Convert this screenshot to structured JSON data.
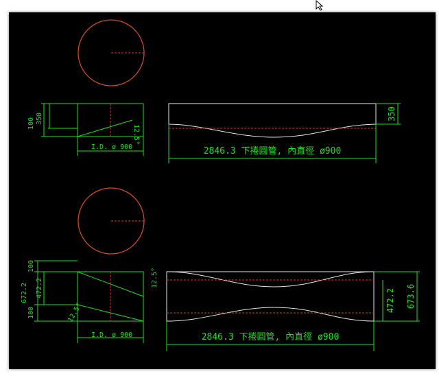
{
  "colors": {
    "canvas": "#000000",
    "dimension": "#19e319",
    "circle": "#d24a1e",
    "centerline": "#e03030",
    "outline": "#e6e6e6"
  },
  "top": {
    "dim_350": "350",
    "dim_100": "100",
    "id_label": "I.D. ø 900",
    "angle": "12.5°",
    "right_height": "350",
    "length_label": "2846.3 下捲圓管, 內直徑 ø900"
  },
  "bottom": {
    "dim_100_top": "100",
    "dim_6722": "672.2",
    "dim_4722": "472.2",
    "dim_100_bottom": "100",
    "angle_top": "12.5°",
    "angle_bottom": "12.5°",
    "id_label": "I.D. ø 900",
    "right_inner": "472.2",
    "right_outer": "673.6",
    "length_label": "2846.3 下捲圓管, 內直徑 ø900"
  }
}
